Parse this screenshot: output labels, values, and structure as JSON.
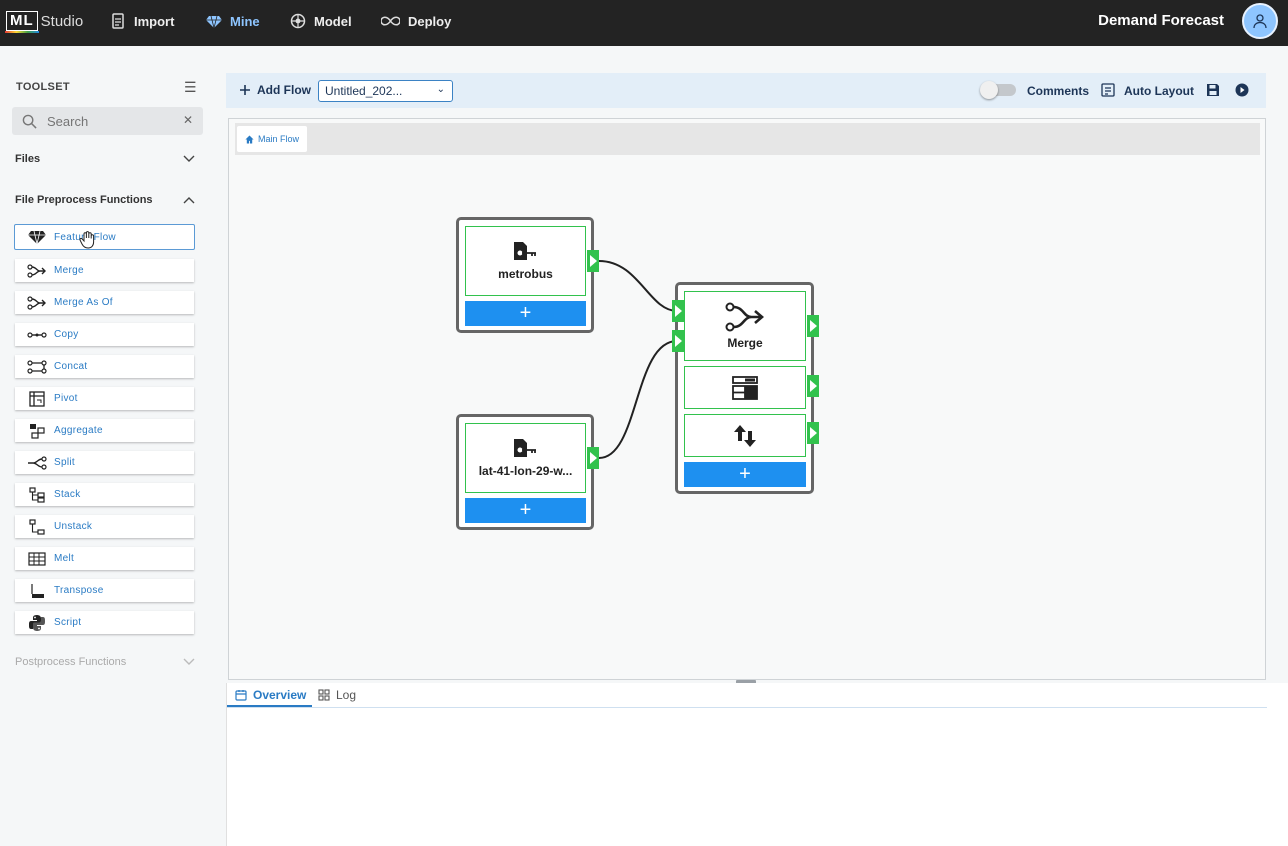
{
  "app": {
    "logo_box": "ML",
    "logo_text": "Studio",
    "project_title": "Demand Forecast"
  },
  "nav": [
    {
      "label": "Import",
      "icon": "import-icon"
    },
    {
      "label": "Mine",
      "icon": "diamond-icon",
      "active": true
    },
    {
      "label": "Model",
      "icon": "brain-icon"
    },
    {
      "label": "Deploy",
      "icon": "infinity-icon"
    }
  ],
  "sidebar": {
    "title": "TOOLSET",
    "search_placeholder": "Search",
    "sections": {
      "files": "Files",
      "preprocess": "File Preprocess Functions",
      "postprocess": "Postprocess Functions"
    },
    "tools": [
      {
        "label": "Feature Flow",
        "icon": "diamond-icon"
      },
      {
        "label": "Merge",
        "icon": "merge-icon"
      },
      {
        "label": "Merge As Of",
        "icon": "merge-as-of-icon"
      },
      {
        "label": "Copy",
        "icon": "copy-icon"
      },
      {
        "label": "Concat",
        "icon": "concat-icon"
      },
      {
        "label": "Pivot",
        "icon": "pivot-icon"
      },
      {
        "label": "Aggregate",
        "icon": "aggregate-icon"
      },
      {
        "label": "Split",
        "icon": "split-icon"
      },
      {
        "label": "Stack",
        "icon": "stack-icon"
      },
      {
        "label": "Unstack",
        "icon": "unstack-icon"
      },
      {
        "label": "Melt",
        "icon": "melt-icon"
      },
      {
        "label": "Transpose",
        "icon": "transpose-icon"
      },
      {
        "label": "Script",
        "icon": "python-icon"
      }
    ]
  },
  "toolbar": {
    "add_flow": "Add Flow",
    "flow_name": "Untitled_202...",
    "comments": "Comments",
    "auto_layout": "Auto Layout"
  },
  "canvas": {
    "breadcrumb": "Main Flow",
    "nodes": {
      "source1": "metrobus",
      "source2": "lat-41-lon-29-w...",
      "merge": "Merge",
      "add": "+"
    }
  },
  "bottom": {
    "tabs": [
      "Overview",
      "Log"
    ]
  },
  "colors": {
    "accent": "#2a7bc4",
    "port_green": "#32c24d",
    "add_blue": "#1e90f0",
    "topbar": "#232323"
  }
}
